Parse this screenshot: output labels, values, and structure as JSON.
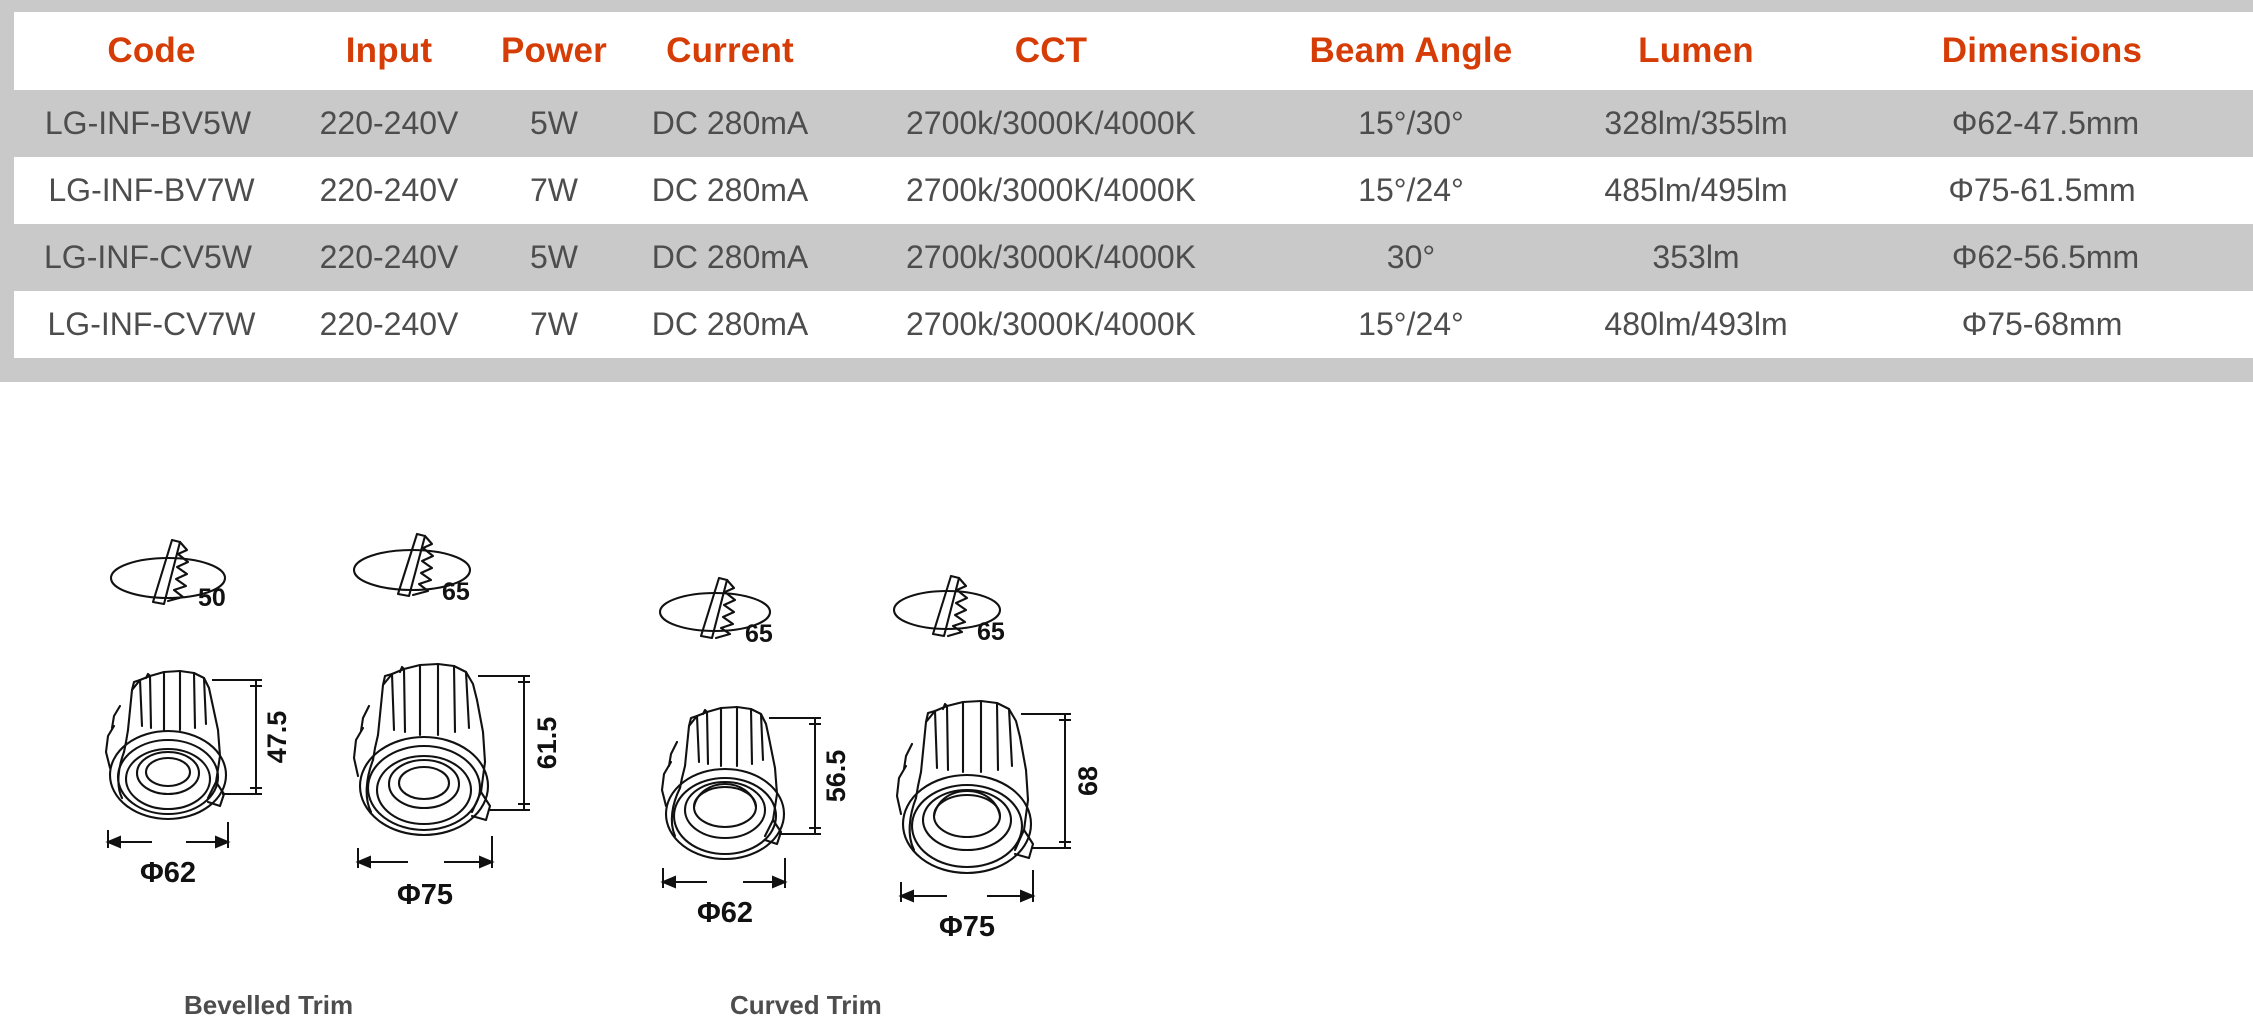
{
  "spec_table": {
    "accent_color": "#d63c06",
    "text_color": "#4d4d4d",
    "header_bg": "#ffffff",
    "alt_row_bg": "#c9c9c9",
    "columns": [
      "Code",
      "Input",
      "Power",
      "Current",
      "CCT",
      "Beam Angle",
      "Lumen",
      "Dimensions"
    ],
    "rows": [
      {
        "code": "LG-INF-BV5W",
        "input": "220-240V",
        "power": "5W",
        "current": "DC 280mA",
        "cct": "2700k/3000K/4000K",
        "beam_angle": "15°/30°",
        "lumen": "328lm/355lm",
        "dimensions": "Φ62-47.5mm"
      },
      {
        "code": "LG-INF-BV7W",
        "input": "220-240V",
        "power": "7W",
        "current": "DC 280mA",
        "cct": "2700k/3000K/4000K",
        "beam_angle": "15°/24°",
        "lumen": "485lm/495lm",
        "dimensions": "Φ75-61.5mm"
      },
      {
        "code": "LG-INF-CV5W",
        "input": "220-240V",
        "power": "5W",
        "current": "DC 280mA",
        "cct": "2700k/3000K/4000K",
        "beam_angle": "30°",
        "lumen": "353lm",
        "dimensions": "Φ62-56.5mm"
      },
      {
        "code": "LG-INF-CV7W",
        "input": "220-240V",
        "power": "7W",
        "current": "DC 280mA",
        "cct": "2700k/3000K/4000K",
        "beam_angle": "15°/24°",
        "lumen": "480lm/493lm",
        "dimensions": "Φ75-68mm"
      }
    ]
  },
  "drawings": {
    "captions": {
      "bevelled": "Bevelled Trim",
      "curved": "Curved Trim"
    },
    "figures": [
      {
        "id": "fig-bv5w",
        "trim": "Bevelled Trim",
        "cutout_label": "50",
        "height_label": "47.5",
        "diameter_label": "Φ62"
      },
      {
        "id": "fig-bv7w",
        "trim": "Bevelled Trim",
        "cutout_label": "65",
        "height_label": "61.5",
        "diameter_label": "Φ75"
      },
      {
        "id": "fig-cv5w",
        "trim": "Curved Trim",
        "cutout_label": "65",
        "height_label": "56.5",
        "diameter_label": "Φ62"
      },
      {
        "id": "fig-cv7w",
        "trim": "Curved Trim",
        "cutout_label": "65",
        "height_label": "68",
        "diameter_label": "Φ75"
      }
    ]
  }
}
